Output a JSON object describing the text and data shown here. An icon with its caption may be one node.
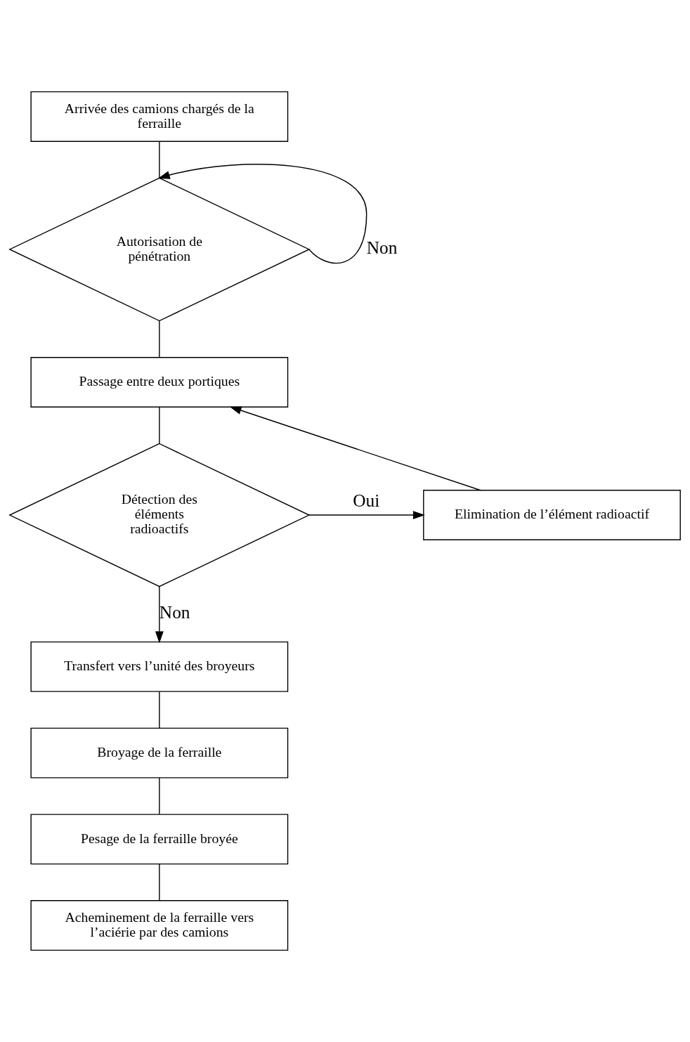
{
  "diagram": {
    "nodes": [
      {
        "text": [
          "Arrivée des camions chargés de la ferraille"
        ]
      },
      {
        "text": [
          "Autorisation de pénétration"
        ]
      },
      {
        "text": [
          "Passage entre deux portiques"
        ]
      },
      {
        "text": [
          "Détection des éléments radioactifs"
        ]
      },
      {
        "text": [
          "Elimination de l’élément radioactif"
        ]
      },
      {
        "text": [
          "Transfert vers l’unité des broyeurs"
        ]
      },
      {
        "text": [
          "Broyage de la ferraille"
        ]
      },
      {
        "text": [
          "Pesage de la ferraille broyée"
        ]
      },
      {
        "text": [
          "Acheminement de la ferraille vers l’aciérie par des camions"
        ]
      }
    ],
    "edges": [
      {
        "from": 0,
        "to": 1,
        "arrow": "none"
      },
      {
        "from": 1,
        "to": 1,
        "arrow": "to",
        "label": "Non"
      },
      {
        "from": 1,
        "to": 2,
        "arrow": "none"
      },
      {
        "from": 4,
        "to": 2,
        "arrow": "to"
      },
      {
        "from": 2,
        "to": 3,
        "arrow": "none"
      },
      {
        "from": 3,
        "to": 4,
        "arrow": "to",
        "label": "Oui"
      },
      {
        "from": 3,
        "to": 5,
        "arrow": "to",
        "label": "Non"
      },
      {
        "from": 5,
        "to": 6,
        "arrow": "none"
      },
      {
        "from": 6,
        "to": 7,
        "arrow": "none"
      },
      {
        "from": 7,
        "to": 8,
        "arrow": "none"
      }
    ]
  }
}
